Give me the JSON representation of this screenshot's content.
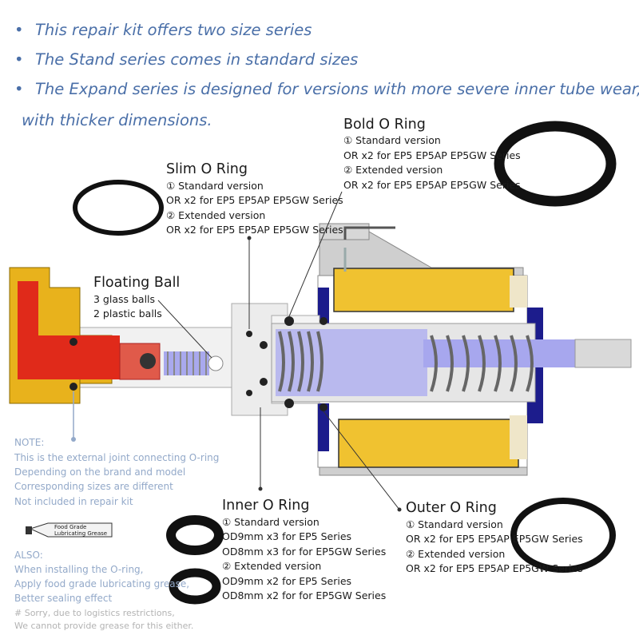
{
  "bullets": [
    "This repair kit offers two size series",
    "The Stand series comes in standard sizes",
    "The Expand series is designed for versions with more severe inner tube wear,",
    "with thicker dimensions."
  ],
  "bold_o_ring": {
    "title": "Bold O Ring",
    "lines": [
      "① Standard version",
      "OR x2 for EP5 EP5AP EP5GW Series",
      "② Extended version",
      "OR x2 for EP5 EP5AP EP5GW Series"
    ]
  },
  "slim_o_ring": {
    "title": "Slim O Ring",
    "lines": [
      "① Standard version",
      "OR x2 for EP5 EP5AP EP5GW Series",
      "② Extended version",
      "OR x2 for EP5 EP5AP EP5GW Series"
    ]
  },
  "floating_ball": {
    "title": "Floating Ball",
    "lines": [
      "3 glass balls",
      "2 plastic balls"
    ]
  },
  "inner_o_ring": {
    "title": "Inner O Ring",
    "lines": [
      "① Standard version",
      "OD9mm x3 for EP5 Series",
      "OD8mm x3  for for EP5GW Series",
      "② Extended version",
      "OD9mm x2 for EP5 Series",
      "OD8mm x2  for for EP5GW Series"
    ]
  },
  "outer_o_ring": {
    "title": "Outer O Ring",
    "lines": [
      "① Standard version",
      "OR x2 for EP5 EP5AP EP5GW Series",
      "② Extended version",
      "OR x2 for EP5 EP5AP EP5GW Series"
    ]
  },
  "note": {
    "lines": [
      "NOTE:",
      "This is the external joint connecting O-ring",
      "Depending on the brand and model",
      "Corresponding sizes are different",
      "Not included in repair kit"
    ]
  },
  "grease_tube": {
    "label_line1": "Food Grade",
    "label_line2": "Lubricating Grease"
  },
  "also": {
    "lines": [
      "ALSO:",
      "When installing the O-ring,",
      "Apply food grade lubricating grease,",
      "Better sealing effect"
    ],
    "footnotes": [
      "# Sorry, due to logistics restrictions,",
      "We cannot provide grease for this either."
    ]
  },
  "colors": {
    "bullet_text": "#4a6fa8",
    "note_text": "#93a9c9",
    "brass": "#e8b21c",
    "red_channel": "#e02a1a",
    "spring_blue": "#8f8ff0",
    "coil_yellow": "#f0c230",
    "dark_blue": "#1c1c8c",
    "o_ring_black": "#111111"
  }
}
